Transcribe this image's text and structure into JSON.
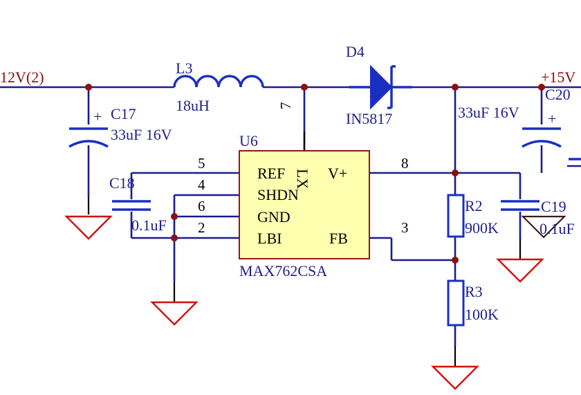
{
  "nets": {
    "in": "12V(2)",
    "out": "+15V"
  },
  "inductor": {
    "ref": "L3",
    "value": "18uH"
  },
  "diode": {
    "ref": "D4",
    "value": "IN5817"
  },
  "caps": {
    "c17": {
      "ref": "C17",
      "plus": "+",
      "value": "33uF 16V"
    },
    "c18": {
      "ref": "C18",
      "value": "0.1uF"
    },
    "c20": {
      "ref": "C20",
      "plus": "+",
      "value": "33uF 16V"
    },
    "c19": {
      "ref": "C19",
      "value": "0.1uF"
    }
  },
  "resistors": {
    "r2": {
      "ref": "R2",
      "value": "900K"
    },
    "r3": {
      "ref": "R3",
      "value": "100K"
    }
  },
  "ic": {
    "ref": "U6",
    "part": "MAX762CSA",
    "pins": {
      "ref": "REF",
      "shdn": "SHDN",
      "gnd": "GND",
      "lbi": "LBI",
      "vplus": "V+",
      "fb": "FB",
      "lx": "LX"
    },
    "pin_numbers": {
      "p5": "5",
      "p4": "4",
      "p6": "6",
      "p2": "2",
      "p7": "7",
      "p8": "8",
      "p3": "3"
    }
  },
  "colors": {
    "wire": "#1b1b8d",
    "component": "#1a2fc2",
    "ground": "#d01010",
    "net_label": "#8b0f10",
    "ic_fill": "#ffffb0",
    "ic_border": "#8b1a1a"
  }
}
